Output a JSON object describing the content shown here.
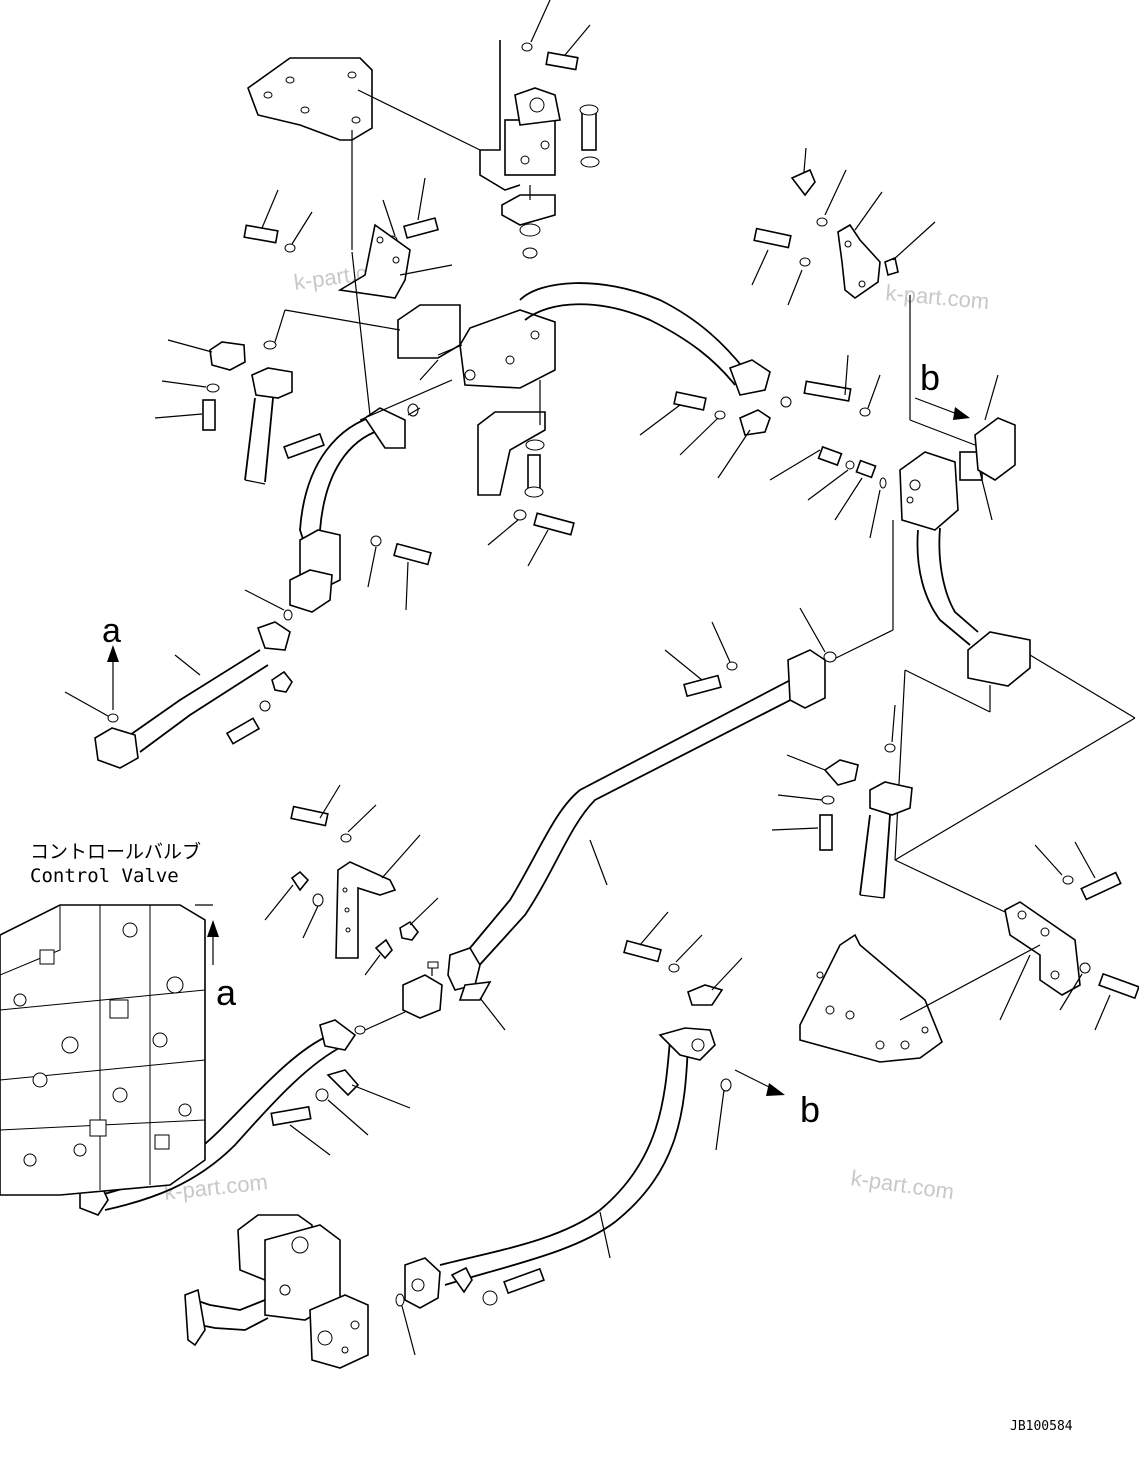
{
  "labels": {
    "control_valve_jp": "コントロールバルブ",
    "control_valve_en": "Control Valve",
    "ref_a_top": "a",
    "ref_a_valve": "a",
    "ref_b_right": "b",
    "ref_b_bottom": "b"
  },
  "watermark": "k-part.com",
  "drawing_number": "JB100584"
}
